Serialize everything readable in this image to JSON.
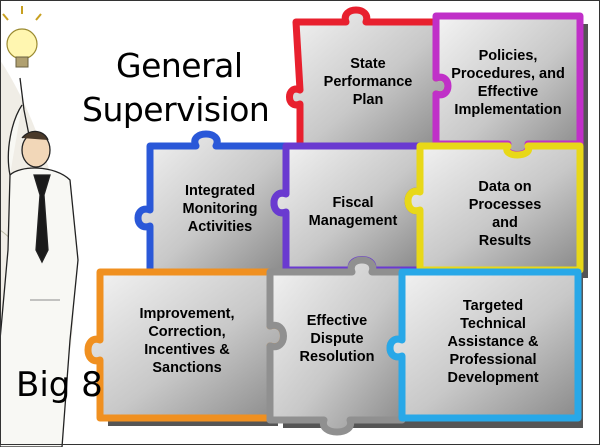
{
  "slide": {
    "title_line1": "General",
    "title_line2": "Supervision",
    "corner_label": "Big 8"
  },
  "pieces": [
    {
      "id": "spp",
      "lines": [
        "State",
        "Performance",
        "Plan"
      ],
      "color": "#e8202e"
    },
    {
      "id": "policies",
      "lines": [
        "Policies,",
        "Procedures, and",
        "Effective",
        "Implementation"
      ],
      "color": "#c030c8"
    },
    {
      "id": "monitoring",
      "lines": [
        "Integrated",
        "Monitoring",
        "Activities"
      ],
      "color": "#2a58d8"
    },
    {
      "id": "fiscal",
      "lines": [
        "Fiscal",
        "Management"
      ],
      "color": "#6a3ad0"
    },
    {
      "id": "data",
      "lines": [
        "Data on",
        "Processes",
        "and",
        "Results"
      ],
      "color": "#e8d818"
    },
    {
      "id": "improvement",
      "lines": [
        "Improvement,",
        "Correction,",
        "Incentives &",
        "Sanctions"
      ],
      "color": "#f09020"
    },
    {
      "id": "dispute",
      "lines": [
        "Effective",
        "Dispute",
        "Resolution"
      ],
      "color": "#909090"
    },
    {
      "id": "ta",
      "lines": [
        "Targeted",
        "Technical",
        "Assistance &",
        "Professional",
        "Development"
      ],
      "color": "#28a8e8"
    }
  ]
}
